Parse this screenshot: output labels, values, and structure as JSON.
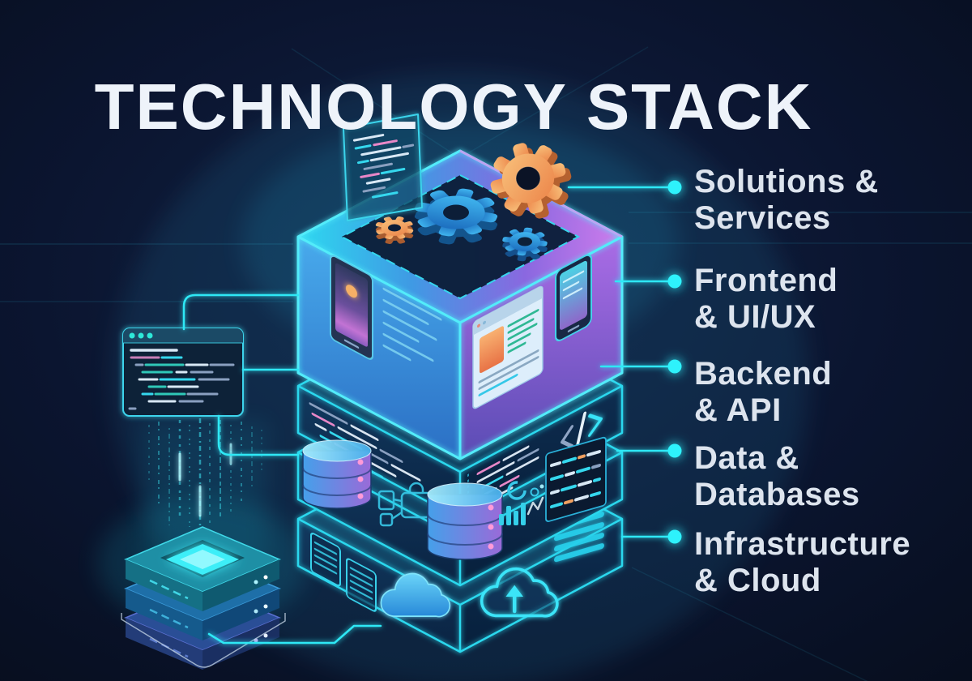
{
  "title": "TECHNOLOGY STACK",
  "colors": {
    "background": "#0a1224",
    "accent_cyan": "#2ee8f5",
    "glow_edge": "#52ecfa",
    "purple_face": "#8a5fd0",
    "blue_face": "#2f84d6",
    "orange_gear": "#f0a050",
    "label_text": "#dde4ee",
    "title_text": "#eef3fa"
  },
  "layers": [
    {
      "id": "solutions",
      "line1": "Solutions &",
      "line2": "Services"
    },
    {
      "id": "frontend",
      "line1": "Frontend",
      "line2": "& UI/UX"
    },
    {
      "id": "backend",
      "line1": "Backend",
      "line2": "& API"
    },
    {
      "id": "data",
      "line1": "Data &",
      "line2": "Databases"
    },
    {
      "id": "infrastructure",
      "line1": "Infrastructure",
      "line2": "& Cloud"
    }
  ],
  "icons": [
    "gear-icon",
    "code-window-icon",
    "tablet-icon",
    "browser-window-icon",
    "phone-icon",
    "code-tag-icon",
    "database-icon",
    "flowchart-icon",
    "donut-chart-icon",
    "bar-chart-icon",
    "data-table-icon",
    "server-rack-icon",
    "cloud-icon",
    "cloud-upload-icon",
    "server-stack-icon",
    "matrix-rain"
  ]
}
